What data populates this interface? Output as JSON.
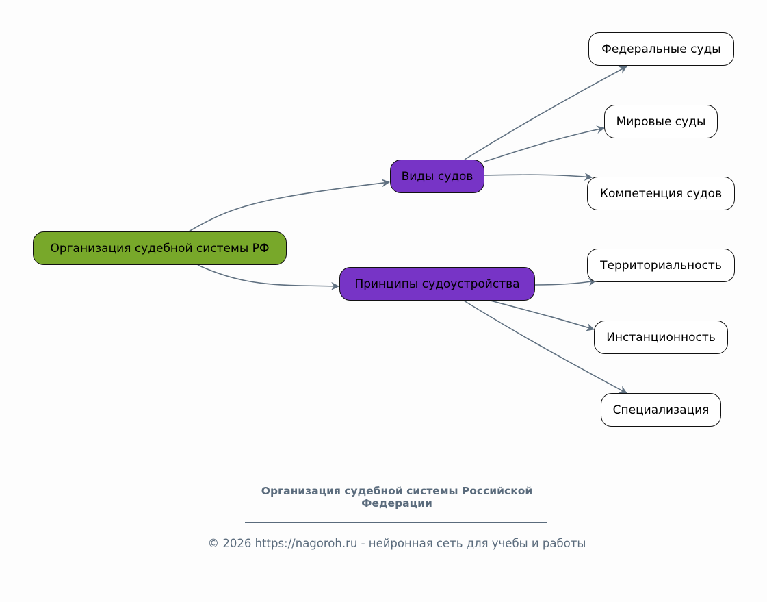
{
  "diagram": {
    "type": "mindmap",
    "colors": {
      "root_fill": "#78a82a",
      "branch_fill": "#7734c6",
      "leaf_fill": "#ffffff",
      "edge": "#5f7080",
      "text_muted": "#5a6b7c"
    },
    "root": {
      "id": "root",
      "label": "Организация судебной системы РФ"
    },
    "branches": [
      {
        "id": "b1",
        "label": "Виды судов",
        "children": [
          {
            "id": "l1",
            "label": "Федеральные суды"
          },
          {
            "id": "l2",
            "label": "Мировые суды"
          },
          {
            "id": "l3",
            "label": "Компетенция судов"
          }
        ]
      },
      {
        "id": "b2",
        "label": "Принципы судоустройства",
        "children": [
          {
            "id": "l4",
            "label": "Территориальность"
          },
          {
            "id": "l5",
            "label": "Инстанционность"
          },
          {
            "id": "l6",
            "label": "Специализация"
          }
        ]
      }
    ],
    "edges": [
      [
        "root",
        "b1"
      ],
      [
        "root",
        "b2"
      ],
      [
        "b1",
        "l1"
      ],
      [
        "b1",
        "l2"
      ],
      [
        "b1",
        "l3"
      ],
      [
        "b2",
        "l4"
      ],
      [
        "b2",
        "l5"
      ],
      [
        "b2",
        "l6"
      ]
    ]
  },
  "caption": {
    "title": "Организация судебной системы Российской Федерации",
    "footer": "© 2026 https://nagoroh.ru - нейронная сеть для учебы и работы"
  }
}
